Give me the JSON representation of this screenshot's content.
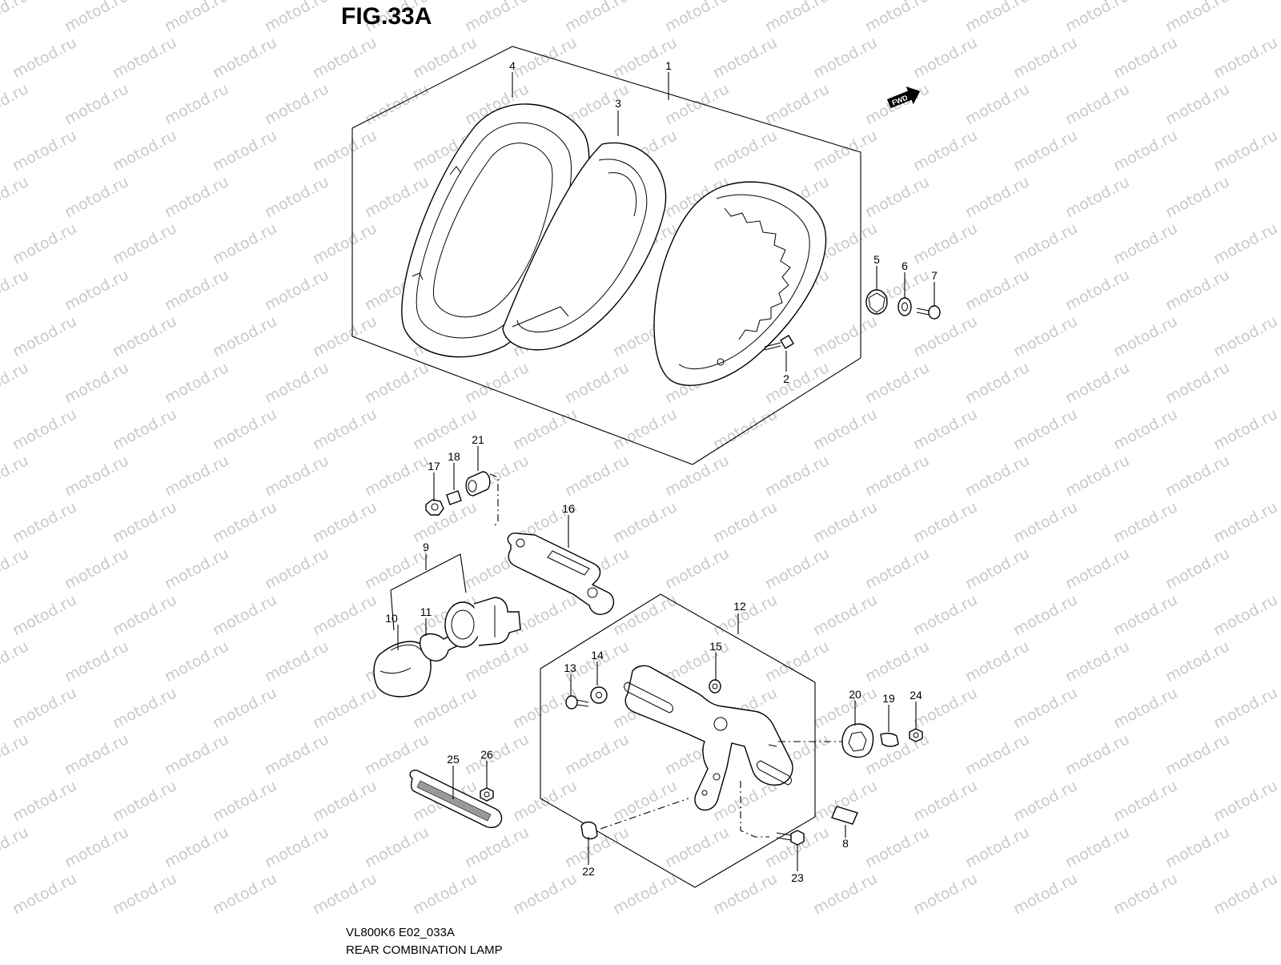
{
  "figure": {
    "title": "FIG.33A",
    "code": "VL800K6 E02_033A",
    "name": "REAR COMBINATION LAMP"
  },
  "direction_tag": "FWD",
  "watermark": "motod.ru",
  "callouts": [
    "1",
    "2",
    "3",
    "4",
    "5",
    "6",
    "7",
    "8",
    "9",
    "10",
    "11",
    "12",
    "13",
    "14",
    "15",
    "16",
    "17",
    "18",
    "19",
    "20",
    "21",
    "22",
    "23",
    "24",
    "25",
    "26"
  ]
}
